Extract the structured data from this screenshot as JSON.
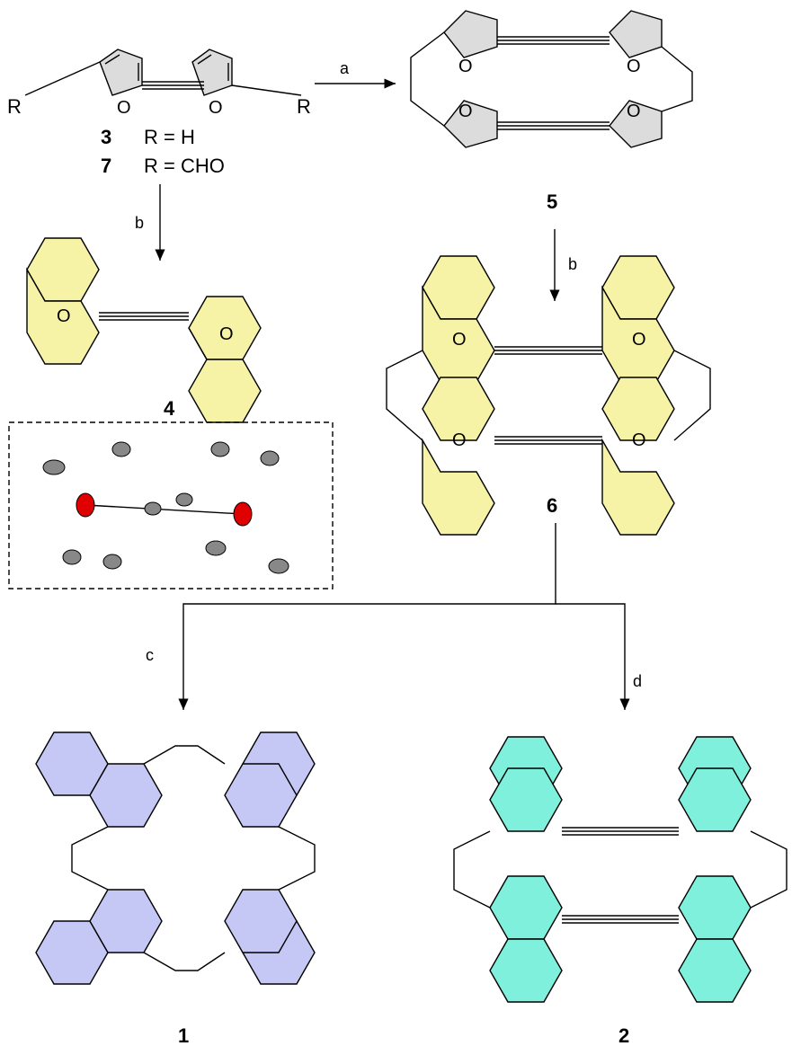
{
  "scheme": {
    "compounds": {
      "c3": {
        "number": "3",
        "r_def": "R = H"
      },
      "c7": {
        "number": "7",
        "r_def": "R = CHO"
      },
      "c4": {
        "number": "4"
      },
      "c5": {
        "number": "5"
      },
      "c6": {
        "number": "6"
      },
      "c1": {
        "number": "1"
      },
      "c2": {
        "number": "2"
      }
    },
    "substituent_left": "R",
    "substituent_right": "R",
    "oxygen": "O",
    "arrows": {
      "a": "a",
      "b1": "b",
      "b2": "b",
      "c": "c",
      "d": "d"
    }
  },
  "colors": {
    "furan": "#dcdcdc",
    "oxanorbornadiene": "#f7f3a6",
    "product1": "#c5c8f5",
    "product2": "#7ff0dc",
    "oxygen_ellipsoid": "#e00000"
  }
}
